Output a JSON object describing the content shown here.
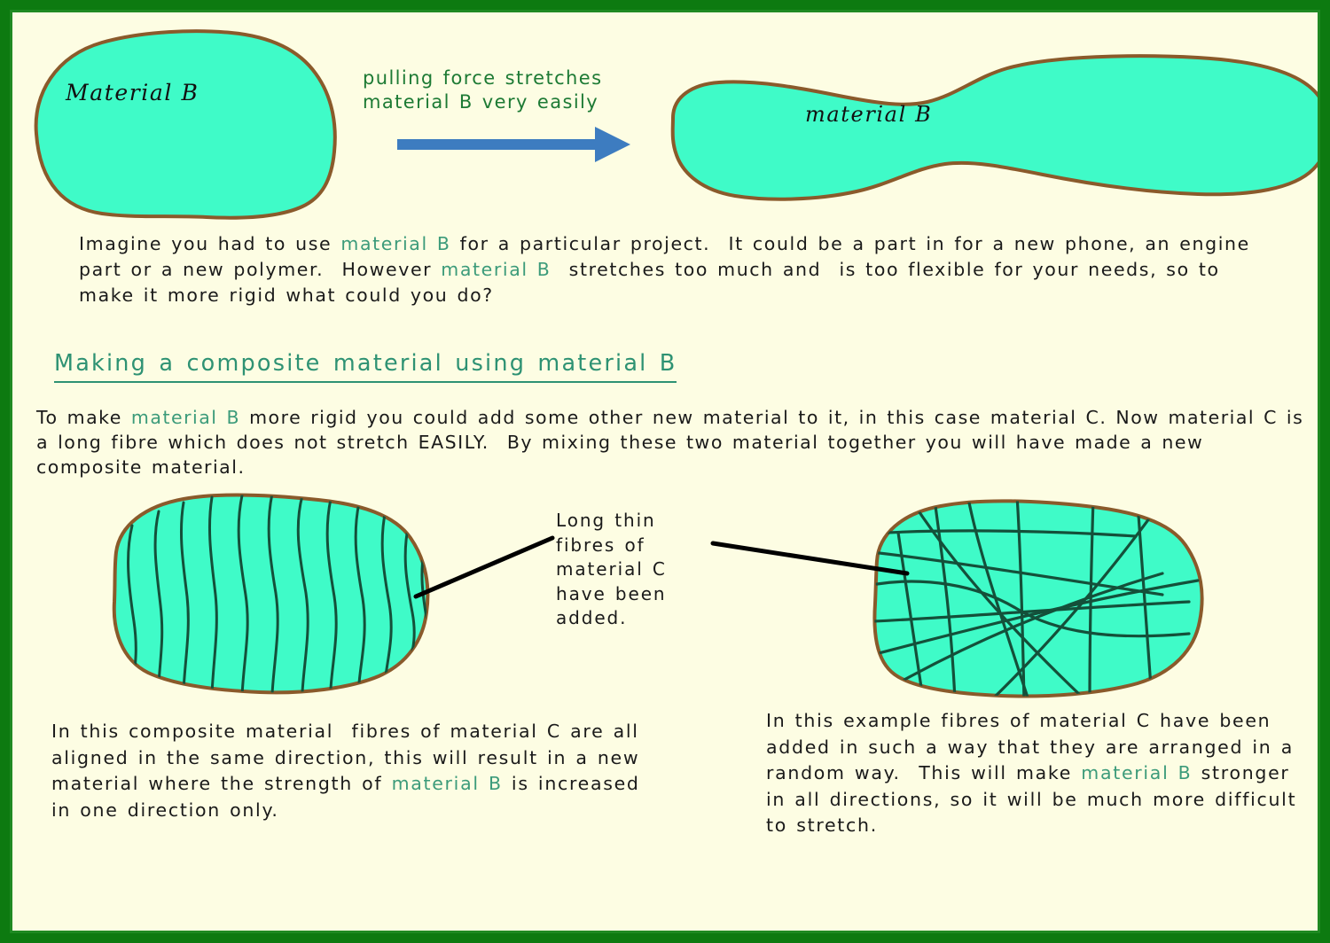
{
  "page": {
    "background_color": "#fdfde3",
    "border_color": "#0d7a10",
    "shape_fill_color": "#3ffbc8",
    "shape_outline_color": "#8a5a2b",
    "accent_term_color": "#3c9b7a",
    "heading_color": "#2e9273",
    "arrow_color": "#3d7cc0",
    "fibre_color": "#14503a"
  },
  "top_section": {
    "blob_label_unstretched": "Material B",
    "blob_label_stretched": "material B",
    "arrow_label": "pulling force stretches\nmaterial B very easily",
    "arrow_icon": "right-arrow-icon"
  },
  "intro_paragraph": {
    "part1": "Imagine you had to use ",
    "term1": "material B",
    "part2": " for a particular project.  It could be a part in for a new phone, an engine part or a new polymer.  However ",
    "term2": "material B",
    "part3": "  stretches too much and  is too flexible for your needs, so to make it more rigid what could you do?"
  },
  "heading": {
    "text": "Making a composite material using material B"
  },
  "make_paragraph": {
    "part1": "To make ",
    "term1": "material B",
    "part2": " more rigid you could add some other new material to it, in this case material C. Now material C is a long fibre which does not stretch EASILY.  By mixing these two material together you will have made a new composite material."
  },
  "callout": {
    "label": "Long thin\nfibres of\nmaterial C\nhave been\nadded.",
    "leader_line_left": "leader-line-left",
    "leader_line_right": "leader-line-right"
  },
  "caption_left": {
    "part1": "In this composite material  fibres of material C are all aligned in the same direction, this will result in a new material where the strength of ",
    "term1": "material B",
    "part2": " is increased in one direction only."
  },
  "caption_right": {
    "part1": "In this example fibres of material C have been added in such a way that they are arranged in a random way.  This will make ",
    "term1": "material B",
    "part2": " stronger in all directions, so it will be much more difficult to stretch."
  },
  "diagrams": {
    "blob_unstretched": "material-b-blob-unstretched",
    "blob_stretched": "material-b-blob-stretched",
    "composite_aligned": "composite-aligned-fibres",
    "composite_random": "composite-random-fibres"
  }
}
